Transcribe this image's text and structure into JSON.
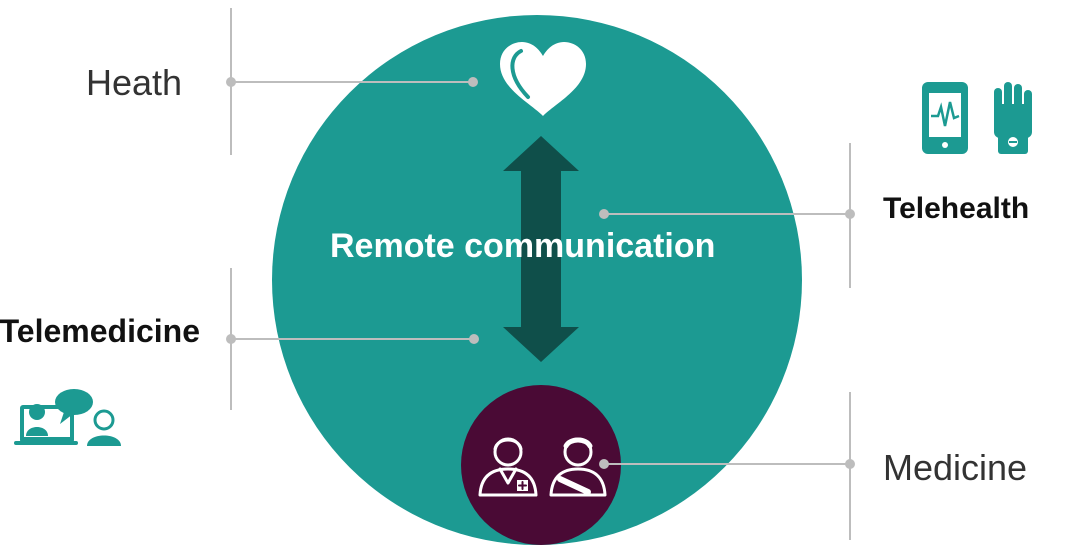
{
  "diagram": {
    "center_text": "Remote communication",
    "labels": {
      "health": "Heath",
      "telehealth": "Telehealth",
      "telemedicine": "Telemedicine",
      "medicine": "Medicine"
    },
    "icons": {
      "top": "heart-icon",
      "telehealth": [
        "tablet-ecg-icon",
        "wearable-glove-icon"
      ],
      "telemedicine": "video-consultation-icon",
      "medicine": "doctor-patient-icon",
      "arrow": "double-arrow-icon"
    },
    "colors": {
      "circle": "#1c9a92",
      "arrow": "#0f4f4a",
      "inner_circle": "#4a0a35",
      "connector": "#bdbdbd",
      "accent": "#1c9a92"
    }
  }
}
